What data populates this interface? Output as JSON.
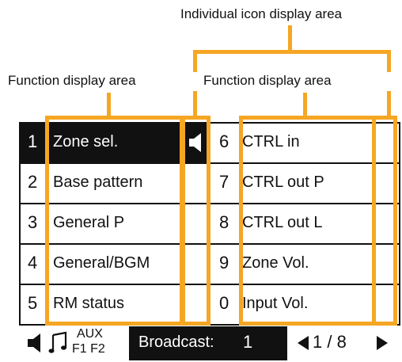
{
  "labels": {
    "icon_area": "Individual icon display area",
    "function_left": "Function display area",
    "function_right": "Function display area"
  },
  "rows": [
    {
      "left_num": "1",
      "left_fn": "Zone sel.",
      "right_num": "6",
      "right_fn": "CTRL in",
      "selected": true
    },
    {
      "left_num": "2",
      "left_fn": "Base pattern",
      "right_num": "7",
      "right_fn": "CTRL out P",
      "selected": false
    },
    {
      "left_num": "3",
      "left_fn": "General P",
      "right_num": "8",
      "right_fn": "CTRL out L",
      "selected": false
    },
    {
      "left_num": "4",
      "left_fn": "General/BGM",
      "right_num": "9",
      "right_fn": "Zone Vol.",
      "selected": false
    },
    {
      "left_num": "5",
      "left_fn": "RM status",
      "right_num": "0",
      "right_fn": "Input Vol.",
      "selected": false
    }
  ],
  "status": {
    "aux": "AUX",
    "f1f2": "F1 F2",
    "broadcast_label": "Broadcast:",
    "broadcast_value": "1",
    "page": "1 / 8"
  },
  "colors": {
    "annotation": "#f5a623",
    "selected_bg": "#111111",
    "line": "#111111"
  },
  "icons": [
    "speaker-icon",
    "music-note-icon",
    "arrow-left-icon",
    "arrow-right-icon"
  ]
}
